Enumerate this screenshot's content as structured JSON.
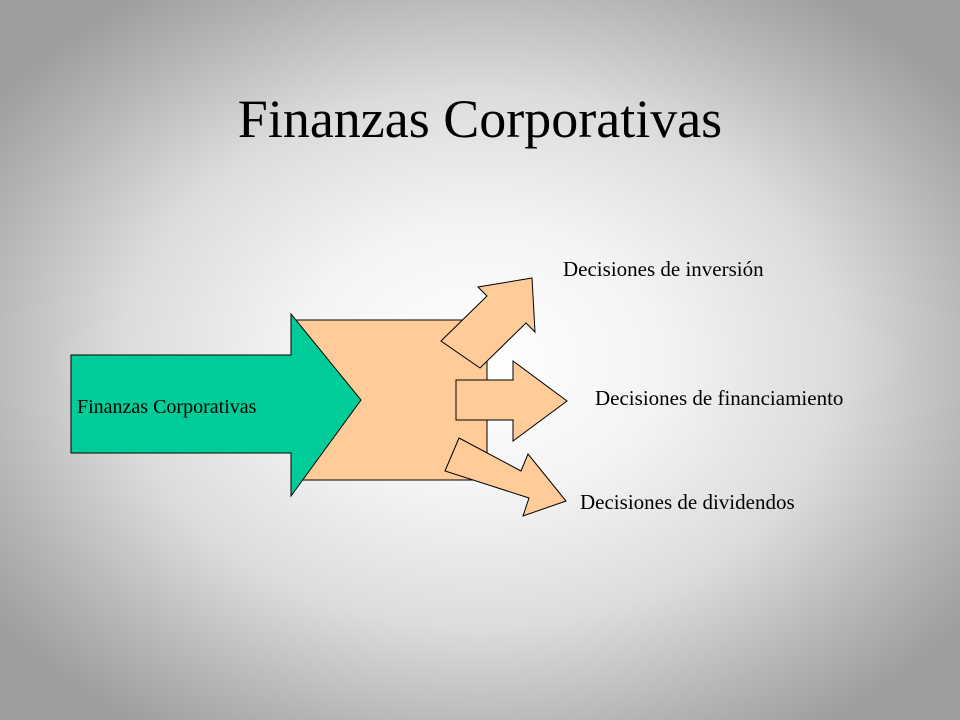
{
  "title": "Finanzas Corporativas",
  "diagram": {
    "main_arrow_label": "Finanzas Corporativas",
    "outputs": [
      {
        "label": "Decisiones de inversión"
      },
      {
        "label": "Decisiones de financiamiento"
      },
      {
        "label": "Decisiones de dividendos"
      }
    ]
  },
  "colors": {
    "main_arrow": "#00cc99",
    "box": "#ffcc99",
    "output_arrows": "#ffcc99",
    "outline": "#000000"
  }
}
